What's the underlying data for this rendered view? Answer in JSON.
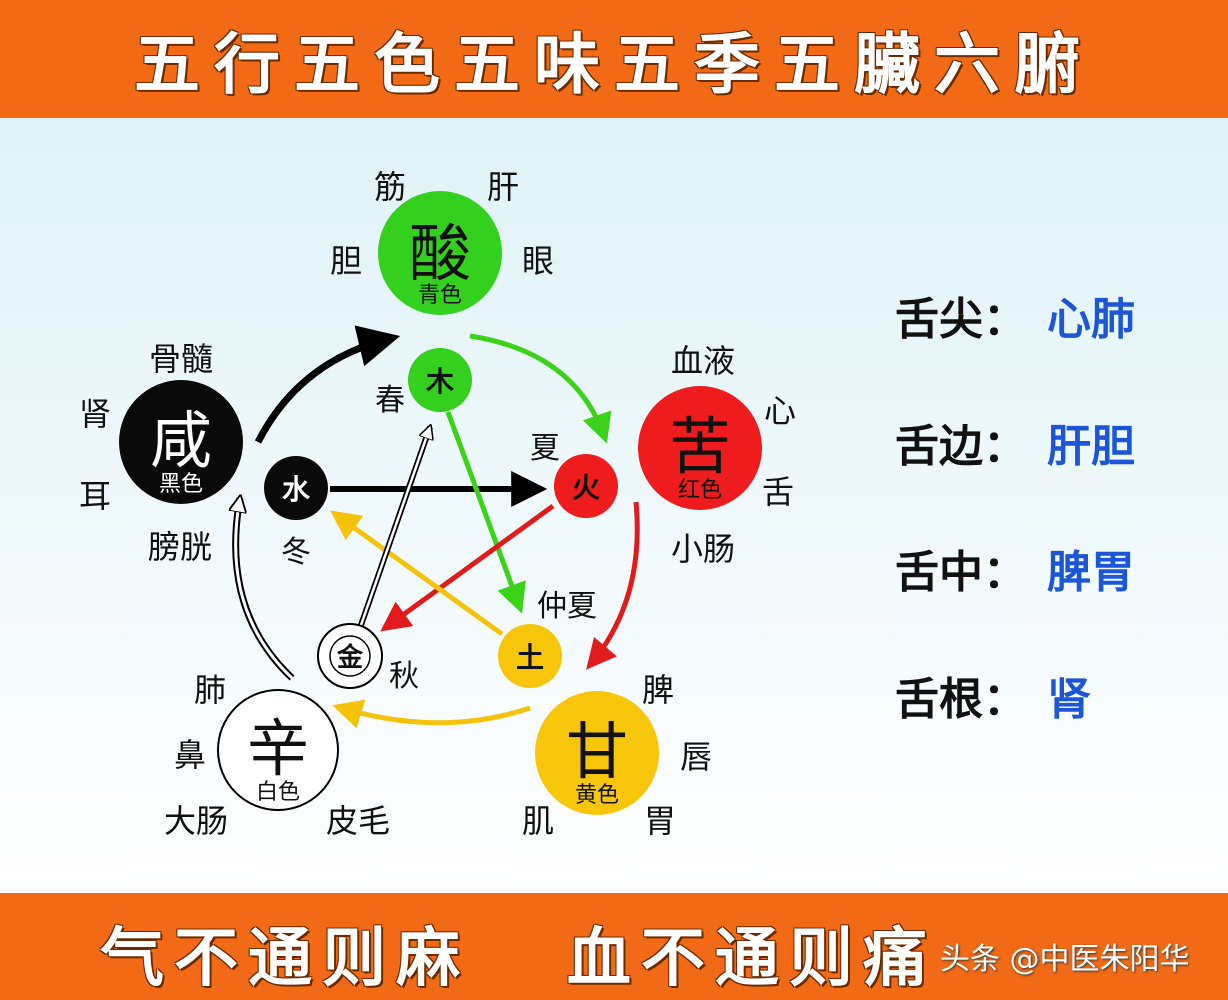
{
  "title": "五行五色五味五季五臟六腑",
  "footer": "气不通则麻   血不通则痛",
  "watermark": "头条 @中医朱阳华",
  "flavors": {
    "sour": {
      "char": "酸",
      "color_label": "青色",
      "fill": "#33d11e"
    },
    "bitter": {
      "char": "苦",
      "color_label": "红色",
      "fill": "#ee1c1c"
    },
    "sweet": {
      "char": "甘",
      "color_label": "黄色",
      "fill": "#f7c60a"
    },
    "pungent": {
      "char": "辛",
      "color_label": "白色",
      "fill": "#ffffff"
    },
    "salty": {
      "char": "咸",
      "color_label": "黑色",
      "fill": "#0a0a0a"
    }
  },
  "elements": {
    "wood": {
      "char": "木",
      "season": "春",
      "fill": "#33d11e"
    },
    "fire": {
      "char": "火",
      "season": "夏",
      "fill": "#ee1c1c"
    },
    "earth": {
      "char": "土",
      "season": "仲夏",
      "fill": "#f7c60a"
    },
    "metal": {
      "char": "金",
      "season": "秋",
      "fill": "#ffffff"
    },
    "water": {
      "char": "水",
      "season": "冬",
      "fill": "#0a0a0a"
    }
  },
  "organs": {
    "sour": [
      "筋",
      "肝",
      "胆",
      "眼"
    ],
    "bitter": [
      "血液",
      "心",
      "舌",
      "小肠"
    ],
    "sweet": [
      "脾",
      "唇",
      "肌",
      "胃"
    ],
    "pungent": [
      "肺",
      "鼻",
      "大肠",
      "皮毛"
    ],
    "salty": [
      "骨髓",
      "肾",
      "耳",
      "膀胱"
    ]
  },
  "tongue": [
    {
      "key": "舌尖：",
      "value": "心肺"
    },
    {
      "key": "舌边：",
      "value": "肝胆"
    },
    {
      "key": "舌中：",
      "value": "脾胃"
    },
    {
      "key": "舌根：",
      "value": "肾"
    }
  ],
  "colors": {
    "banner": "#f26a16",
    "tongue_value": "#1a56d6"
  }
}
